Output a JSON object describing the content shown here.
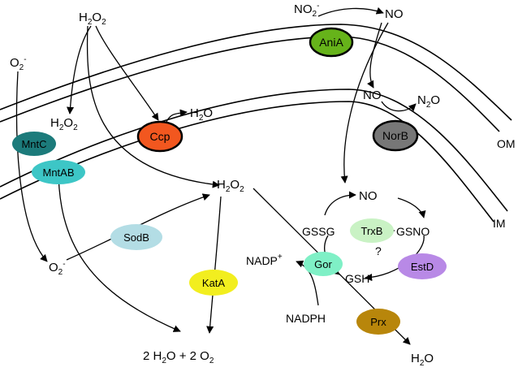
{
  "membranes": {
    "outer": "OM",
    "inner": "IM"
  },
  "enzymes": {
    "ania": {
      "label": "AniA",
      "color": "#66b31a"
    },
    "ccp": {
      "label": "Ccp",
      "color": "#f2571f"
    },
    "norb": {
      "label": "NorB",
      "color": "#777777"
    },
    "mntc": {
      "label": "MntC",
      "color": "#1c7b7b"
    },
    "mntab": {
      "label": "MntAB",
      "color": "#3dc6c6"
    },
    "sodb": {
      "label": "SodB",
      "color": "#b3dde5"
    },
    "kata": {
      "label": "KatA",
      "color": "#f2ee1f"
    },
    "trxb": {
      "label": "TrxB",
      "color": "#c9f2c4"
    },
    "estd": {
      "label": "EstD",
      "color": "#b889e6"
    },
    "gor": {
      "label": "Gor",
      "color": "#7ff0c6"
    },
    "prx": {
      "label": "Prx",
      "color": "#b8860b"
    }
  },
  "species": {
    "h2o2_top": {
      "base": "H",
      "sub1": "2",
      "mid": "O",
      "sub2": "2"
    },
    "o2_minus_left": {
      "base": "O",
      "sub": "2",
      "sup": "-"
    },
    "h2o2_peri": {
      "base": "H",
      "sub1": "2",
      "mid": "O",
      "sub2": "2"
    },
    "h2o_ccp": {
      "base": "H",
      "sub": "2",
      "tail": "O"
    },
    "no2_minus": {
      "base": "NO",
      "sub": "2",
      "sup": "-"
    },
    "no_top": "NO",
    "no_mid": "NO",
    "n2o": {
      "base": "N",
      "sub": "2",
      "tail": "O"
    },
    "h2o2_cyto": {
      "base": "H",
      "sub1": "2",
      "mid": "O",
      "sub2": "2"
    },
    "o2_minus_cyto": {
      "base": "O",
      "sub": "2",
      "sup": "-"
    },
    "no_cyto": "NO",
    "gssg": "GSSG",
    "gsno": "GSNO",
    "question": "?",
    "nadp_plus": {
      "base": "NADP",
      "sup": "+"
    },
    "gsh": "GSH",
    "nadph": "NADPH",
    "products": {
      "c1": "2 H",
      "s1": "2",
      "m1": "O + 2 O",
      "s2": "2"
    },
    "h2o_prx": {
      "base": "H",
      "sub": "2",
      "tail": "O"
    }
  }
}
